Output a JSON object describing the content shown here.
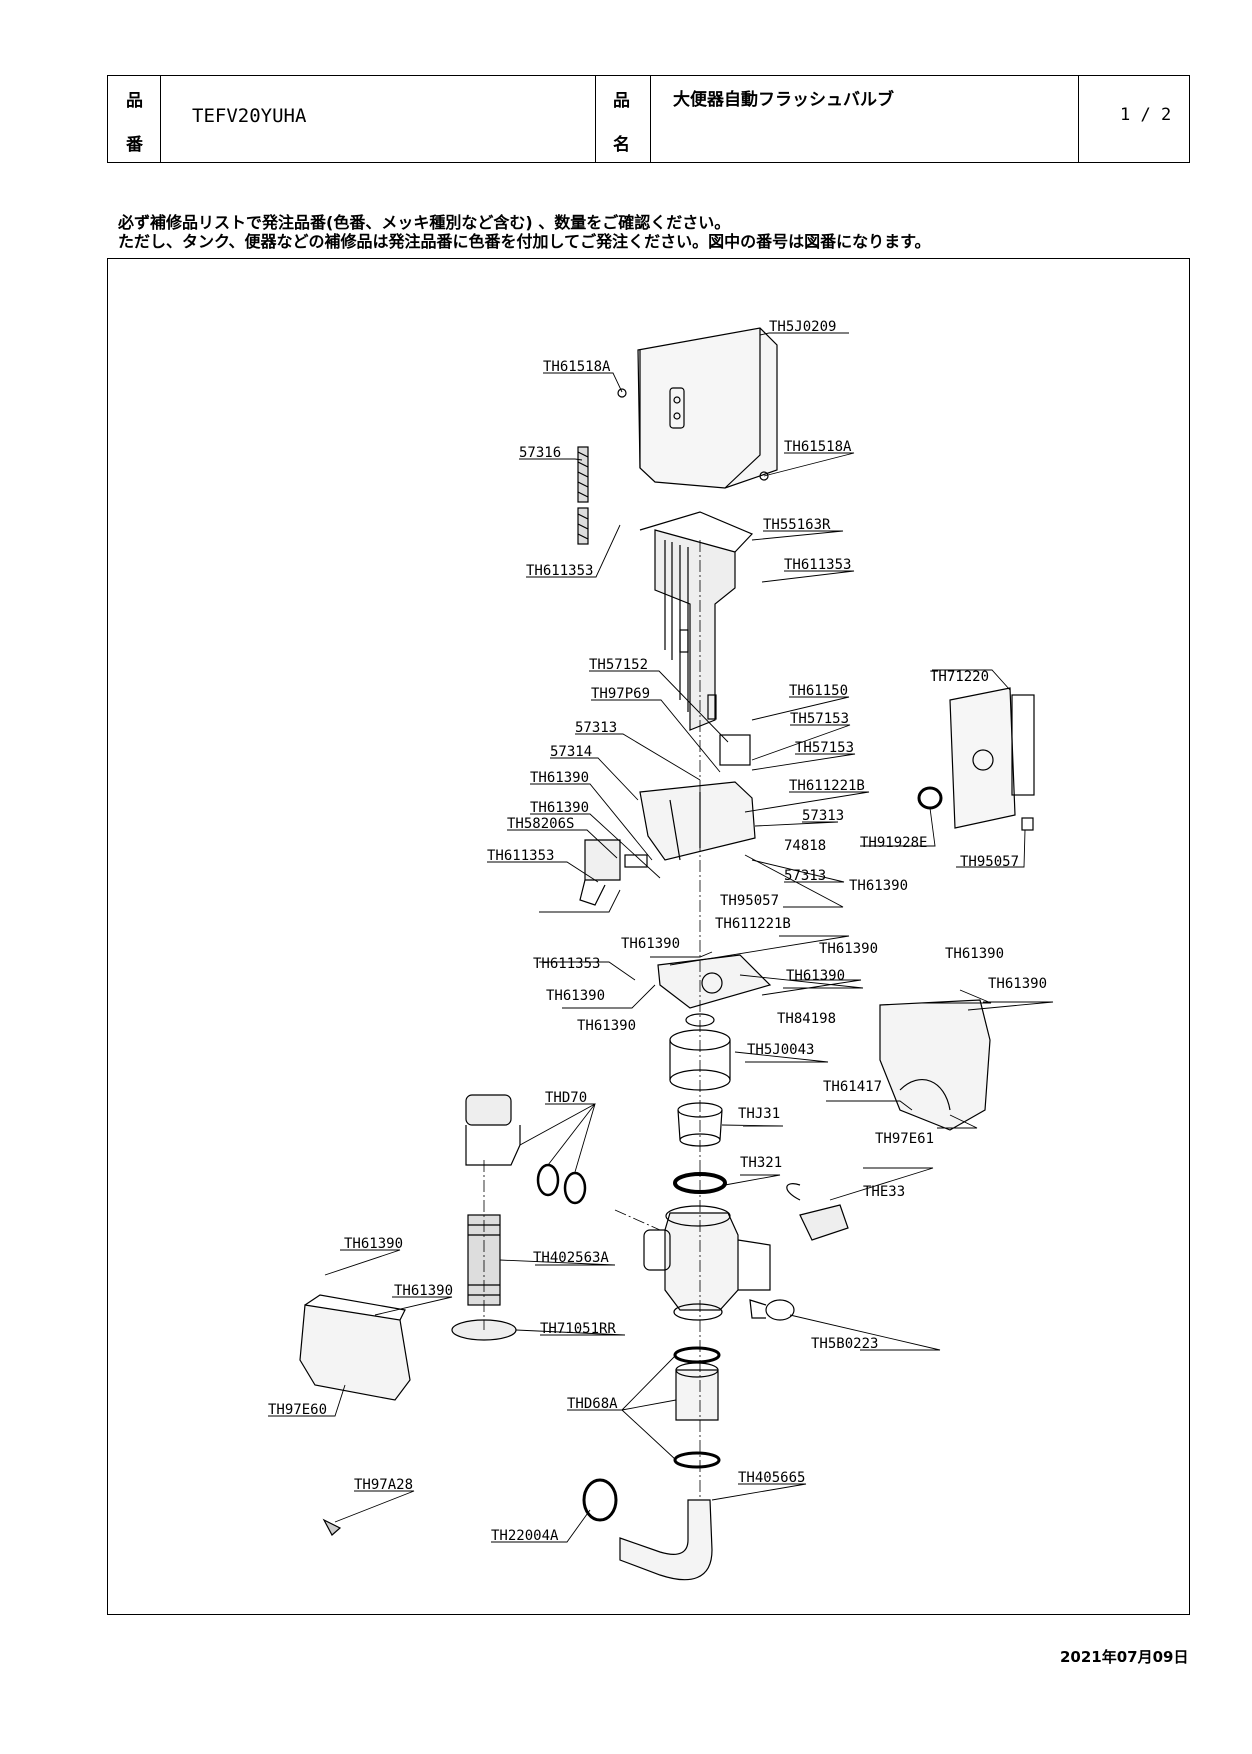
{
  "header": {
    "part_no_label_1": "品",
    "part_no_label_2": "番",
    "part_no": "TEFV20YUHA",
    "name_label_1": "品",
    "name_label_2": "名",
    "name": "大便器自動フラッシュバルブ",
    "page": "1 / 2"
  },
  "notes": {
    "line1": "必ず補修品リストで発注品番(色番、メッキ種別など含む) 、数量をご確認ください。",
    "line2": "ただし、タンク、便器などの補修品は発注品番に色番を付加してご発注ください。図中の番号は図番になります。"
  },
  "labels": {
    "th5j0209": "TH5J0209",
    "th61518a_1": "TH61518A",
    "th61518a_2": "TH61518A",
    "p57316": "57316",
    "th55163r": "TH55163R",
    "th611353_1": "TH611353",
    "th611353_2": "TH611353",
    "th57152": "TH57152",
    "th97p69": "TH97P69",
    "th61150": "TH61150",
    "th57153_1": "TH57153",
    "th57153_2": "TH57153",
    "p57313_1": "57313",
    "p57314": "57314",
    "th61390_a": "TH61390",
    "th61390_b": "TH61390",
    "th611221b_1": "TH611221B",
    "p57313_2": "57313",
    "th58206s": "TH58206S",
    "p74818": "74818",
    "th611353_3": "TH611353",
    "p57313_3": "57313",
    "th95057_1": "TH95057",
    "th611221b_2": "TH611221B",
    "th61390_c": "TH61390",
    "th61390_d": "TH61390",
    "th61390_e": "TH61390",
    "th611353_4": "TH611353",
    "th61390_f": "TH61390",
    "th61390_g": "TH61390",
    "th84198": "TH84198",
    "th61390_h": "TH61390",
    "th5j0043": "TH5J0043",
    "th71220": "TH71220",
    "th91928e": "TH91928E",
    "th95057_2": "TH95057",
    "th61390_i": "TH61390",
    "th61390_j": "TH61390",
    "th61417": "TH61417",
    "th97e61": "TH97E61",
    "thd70": "THD70",
    "thj31": "THJ31",
    "th321": "TH321",
    "the33": "THE33",
    "th61390_k": "TH61390",
    "th402563a": "TH402563A",
    "th61390_l": "TH61390",
    "th71051rr": "TH71051RR",
    "th5b0223": "TH5B0223",
    "th97e60": "TH97E60",
    "thd68a": "THD68A",
    "th405665": "TH405665",
    "th97a28": "TH97A28",
    "th22004a": "TH22004A"
  },
  "date": "2021年07月09日"
}
